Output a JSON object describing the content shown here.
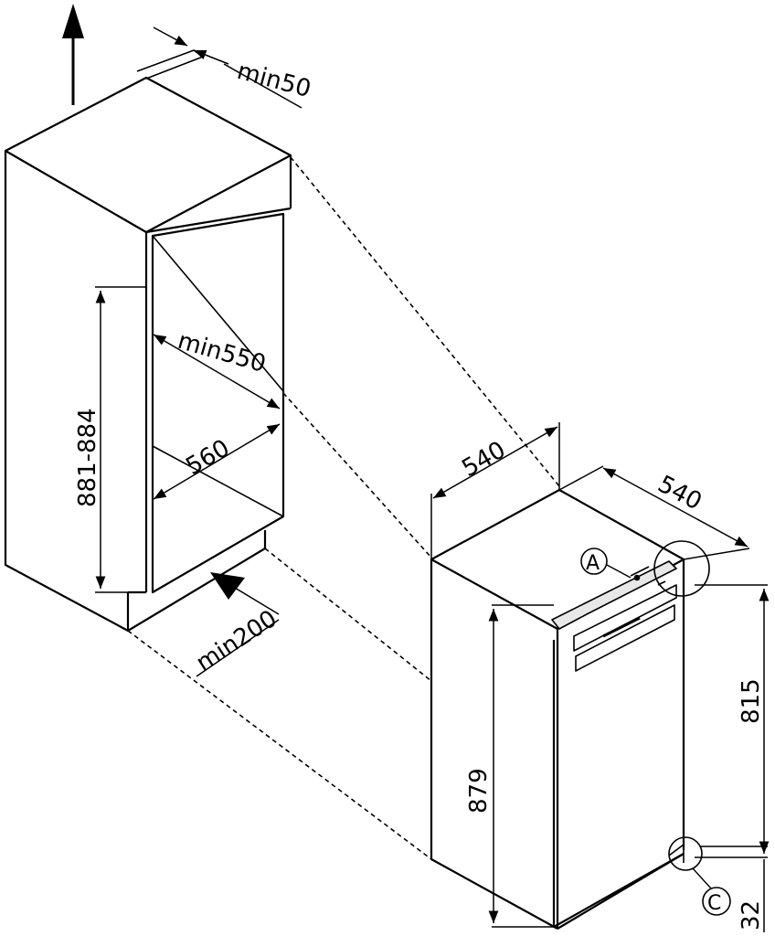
{
  "dimensions": {
    "top_clearance": "min50",
    "niche_height": "881-884",
    "niche_depth": "min550",
    "niche_width": "560",
    "plinth_vent": "min200",
    "appliance_width": "540",
    "appliance_depth": "540",
    "appliance_height": "879",
    "door_height": "815",
    "door_bottom_offset": "32"
  },
  "callouts": {
    "hinge_detail": "A",
    "bottom_detail": "C"
  },
  "colors": {
    "line": "#000000",
    "background": "#ffffff"
  }
}
